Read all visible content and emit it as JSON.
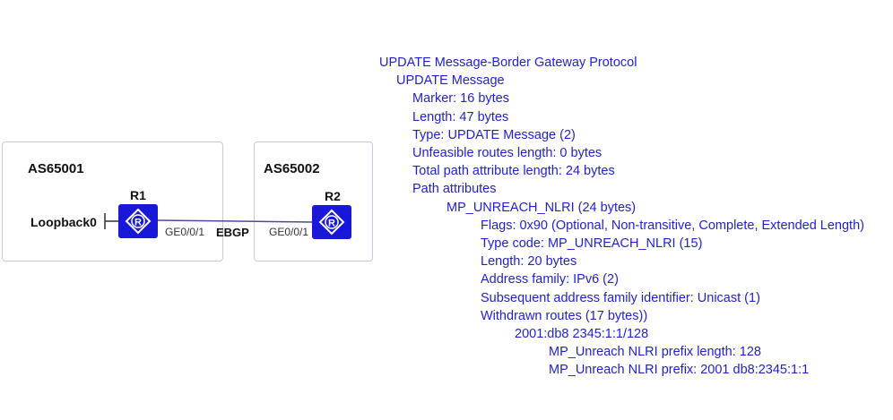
{
  "topology": {
    "as_left": {
      "label": "AS65001"
    },
    "as_right": {
      "label": "AS65002"
    },
    "r1": {
      "label": "R1",
      "interface": "GE0/0/1",
      "loopback": "Loopback0"
    },
    "r2": {
      "label": "R2",
      "interface": "GE0/0/1"
    },
    "link": {
      "label": "EBGP"
    },
    "colors": {
      "router_fill": "#1a18d8",
      "box_border": "#c8c8d8",
      "line": "#4a4aa0"
    }
  },
  "packet_tree": {
    "color": "#1f1fcf",
    "lines": [
      {
        "text": "UPDATE Message-Border Gateway Protocol",
        "level": 0
      },
      {
        "text": "UPDATE Message",
        "level": 1
      },
      {
        "text": "Marker: 16 bytes",
        "level": 2
      },
      {
        "text": "Length: 47 bytes",
        "level": 2
      },
      {
        "text": "Type: UPDATE Message (2)",
        "level": 2
      },
      {
        "text": "Unfeasible routes length: 0 bytes",
        "level": 2
      },
      {
        "text": "Total path attribute length: 24 bytes",
        "level": 2
      },
      {
        "text": "Path attributes",
        "level": 2
      },
      {
        "text": "MP_UNREACH_NLRI (24 bytes)",
        "level": 3
      },
      {
        "text": "Flags: 0x90 (Optional, Non-transitive, Complete, Extended Length)",
        "level": 4
      },
      {
        "text": "Type code: MP_UNREACH_NLRI (15)",
        "level": 4
      },
      {
        "text": "Length: 20 bytes",
        "level": 4
      },
      {
        "text": "Address family: IPv6 (2)",
        "level": 4
      },
      {
        "text": "Subsequent address family identifier: Unicast (1)",
        "level": 4
      },
      {
        "text": "Withdrawn routes (17 bytes))",
        "level": 4
      },
      {
        "text": "2001:db8 2345:1:1/128",
        "level": 5
      },
      {
        "text": "MP_Unreach NLRI prefix length: 128",
        "level": 6
      },
      {
        "text": "MP_Unreach NLRI prefix: 2001 db8:2345:1:1",
        "level": 6
      }
    ]
  }
}
